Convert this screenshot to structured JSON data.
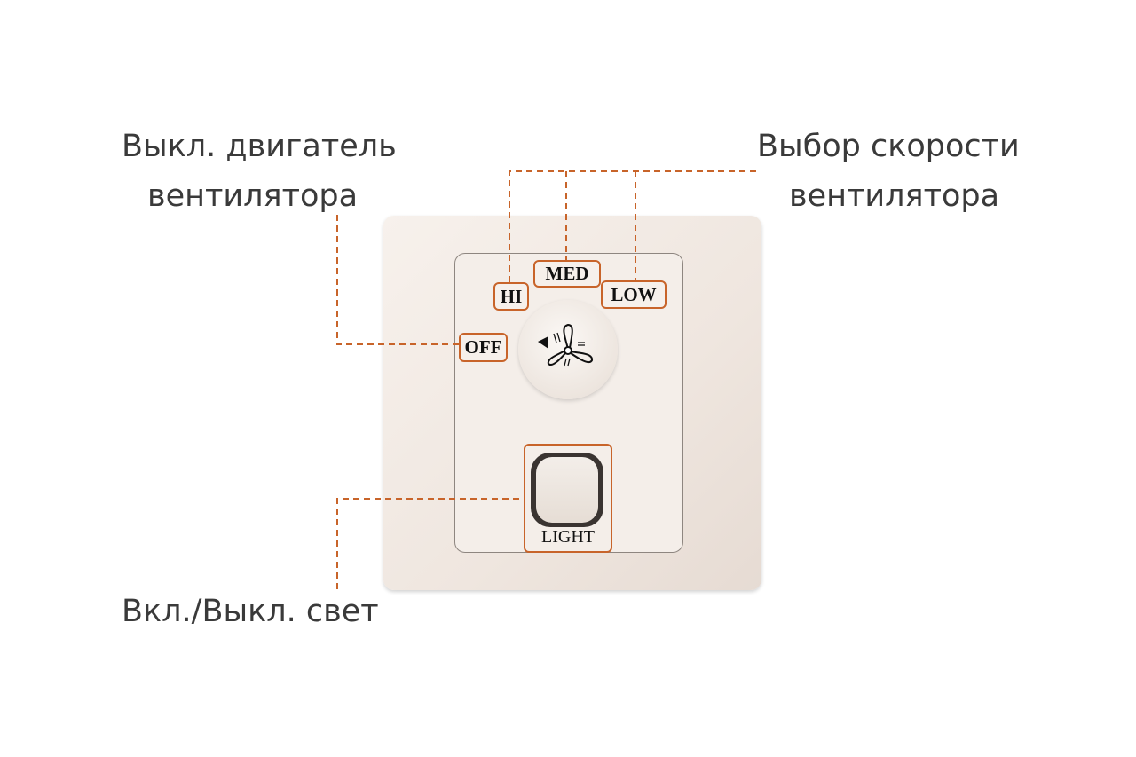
{
  "callouts": {
    "fan_off": [
      "Выкл. двигатель",
      "вентилятора"
    ],
    "speed_select": [
      "Выбор скорости",
      "вентилятора"
    ],
    "light_toggle": "Вкл./Выкл. свет"
  },
  "switch_labels": {
    "hi": "HI",
    "med": "MED",
    "low": "LOW",
    "off": "OFF",
    "light": "LIGHT"
  },
  "colors": {
    "accent": "#c8642a",
    "text": "#3a3a3a"
  }
}
